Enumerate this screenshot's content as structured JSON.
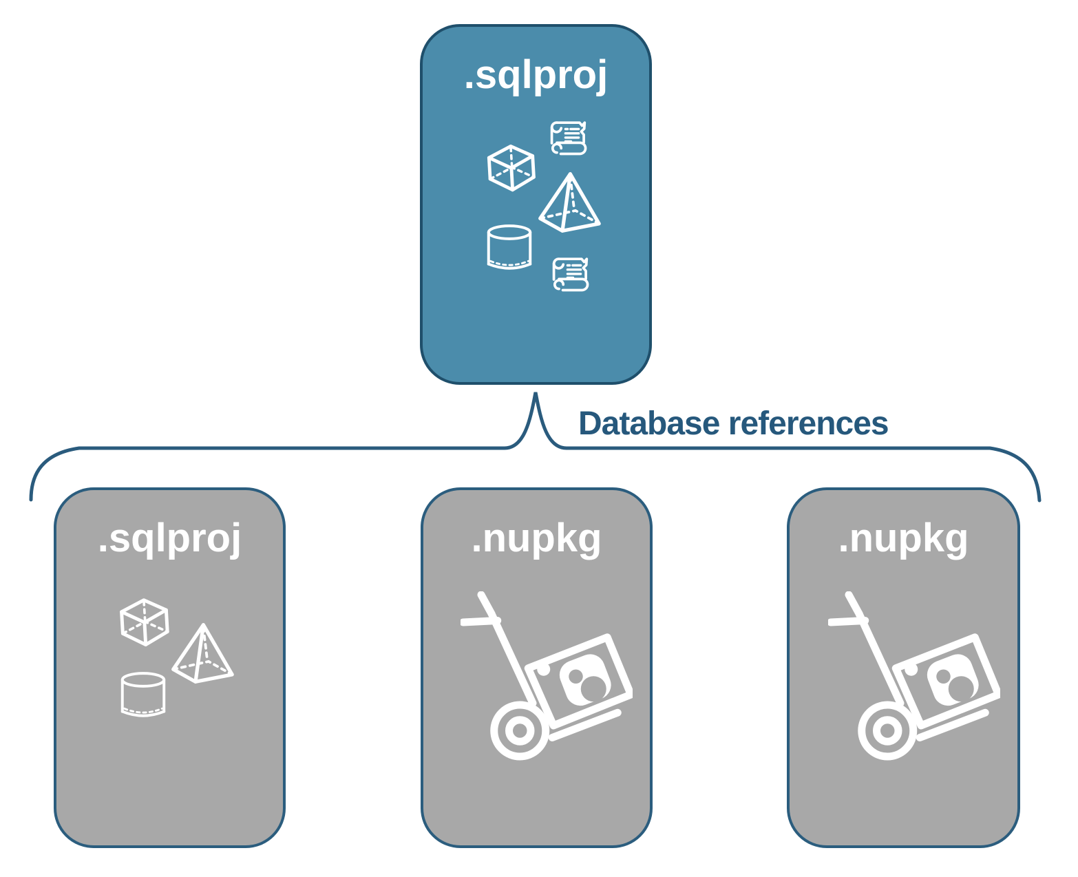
{
  "background_color": "#ffffff",
  "connector": {
    "label": "Database references",
    "line_color": "#2a5b7d",
    "label_color": "#26587c"
  },
  "root_box": {
    "label": ".sqlproj",
    "fill_color": "#4b8cab",
    "border_color": "#1f4f6b",
    "text_color": "#ffffff",
    "icons": [
      "cube-icon",
      "scroll-icon",
      "pyramid-icon",
      "cylinder-icon",
      "scroll-icon"
    ]
  },
  "child_boxes": [
    {
      "label": ".sqlproj",
      "fill_color": "#a8a8a8",
      "border_color": "#2b5d7e",
      "text_color": "#ffffff",
      "icons": [
        "cube-icon",
        "pyramid-icon",
        "cylinder-icon"
      ]
    },
    {
      "label": ".nupkg",
      "fill_color": "#a8a8a8",
      "border_color": "#2b5d7e",
      "text_color": "#ffffff",
      "icons": [
        "nuget-package-dolly-icon"
      ]
    },
    {
      "label": ".nupkg",
      "fill_color": "#a8a8a8",
      "border_color": "#2b5d7e",
      "text_color": "#ffffff",
      "icons": [
        "nuget-package-dolly-icon"
      ]
    }
  ]
}
